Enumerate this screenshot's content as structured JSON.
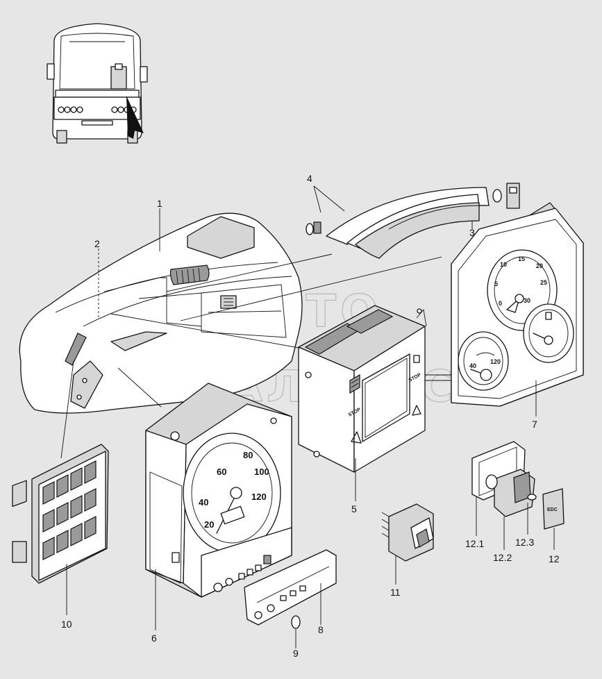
{
  "watermark": {
    "line1": "АВТО",
    "line2": "АЛЬЯНС"
  },
  "callouts": [
    {
      "id": "c1",
      "text": "1"
    },
    {
      "id": "c2",
      "text": "2"
    },
    {
      "id": "c3",
      "text": "3"
    },
    {
      "id": "c4",
      "text": "4"
    },
    {
      "id": "c5",
      "text": "5"
    },
    {
      "id": "c6",
      "text": "6"
    },
    {
      "id": "c7",
      "text": "7"
    },
    {
      "id": "c8",
      "text": "8"
    },
    {
      "id": "c9",
      "text": "9"
    },
    {
      "id": "c10",
      "text": "10"
    },
    {
      "id": "c11",
      "text": "11"
    },
    {
      "id": "c12",
      "text": "12"
    },
    {
      "id": "c12_1",
      "text": "12.1"
    },
    {
      "id": "c12_2",
      "text": "12.2"
    },
    {
      "id": "c12_3",
      "text": "12.3"
    }
  ],
  "speedometer": {
    "ticks": [
      "20",
      "40",
      "60",
      "80",
      "100",
      "120"
    ]
  },
  "tachometer": {
    "ticks": [
      "0",
      "5",
      "10",
      "15",
      "20",
      "25",
      "30"
    ]
  },
  "small_gauge": {
    "ticks": [
      "40",
      "120"
    ]
  },
  "module": {
    "stop_label_1": "STOP",
    "stop_label_2": "STOP"
  },
  "switch_label": "EDC"
}
